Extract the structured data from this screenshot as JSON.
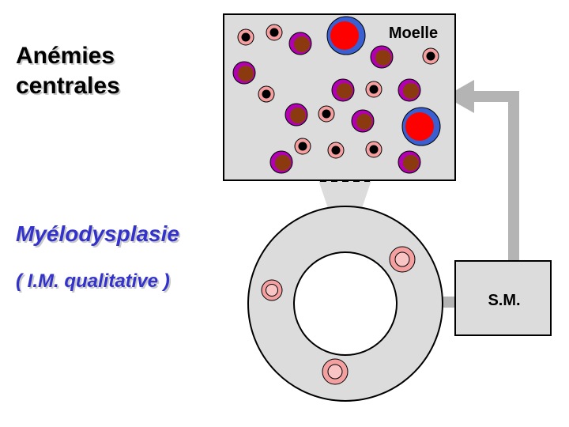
{
  "title": {
    "line1": "Anémies",
    "line2": "centrales"
  },
  "subtitle": "Myélodysplasie",
  "subnote": "( I.M. qualitative )",
  "marrow_label": "Moelle",
  "sm_label": "S.M.",
  "colors": {
    "box_fill": "#dcdcdc",
    "stroke": "#000000",
    "arrow": "#b4b4b4",
    "cell_pink": "#f4a0a0",
    "cell_purple": "#b000b0",
    "cell_brown": "#8b3a10",
    "cell_blue": "#3a5fd0",
    "cell_red": "#ff0000",
    "text_blue": "#3333cc"
  }
}
